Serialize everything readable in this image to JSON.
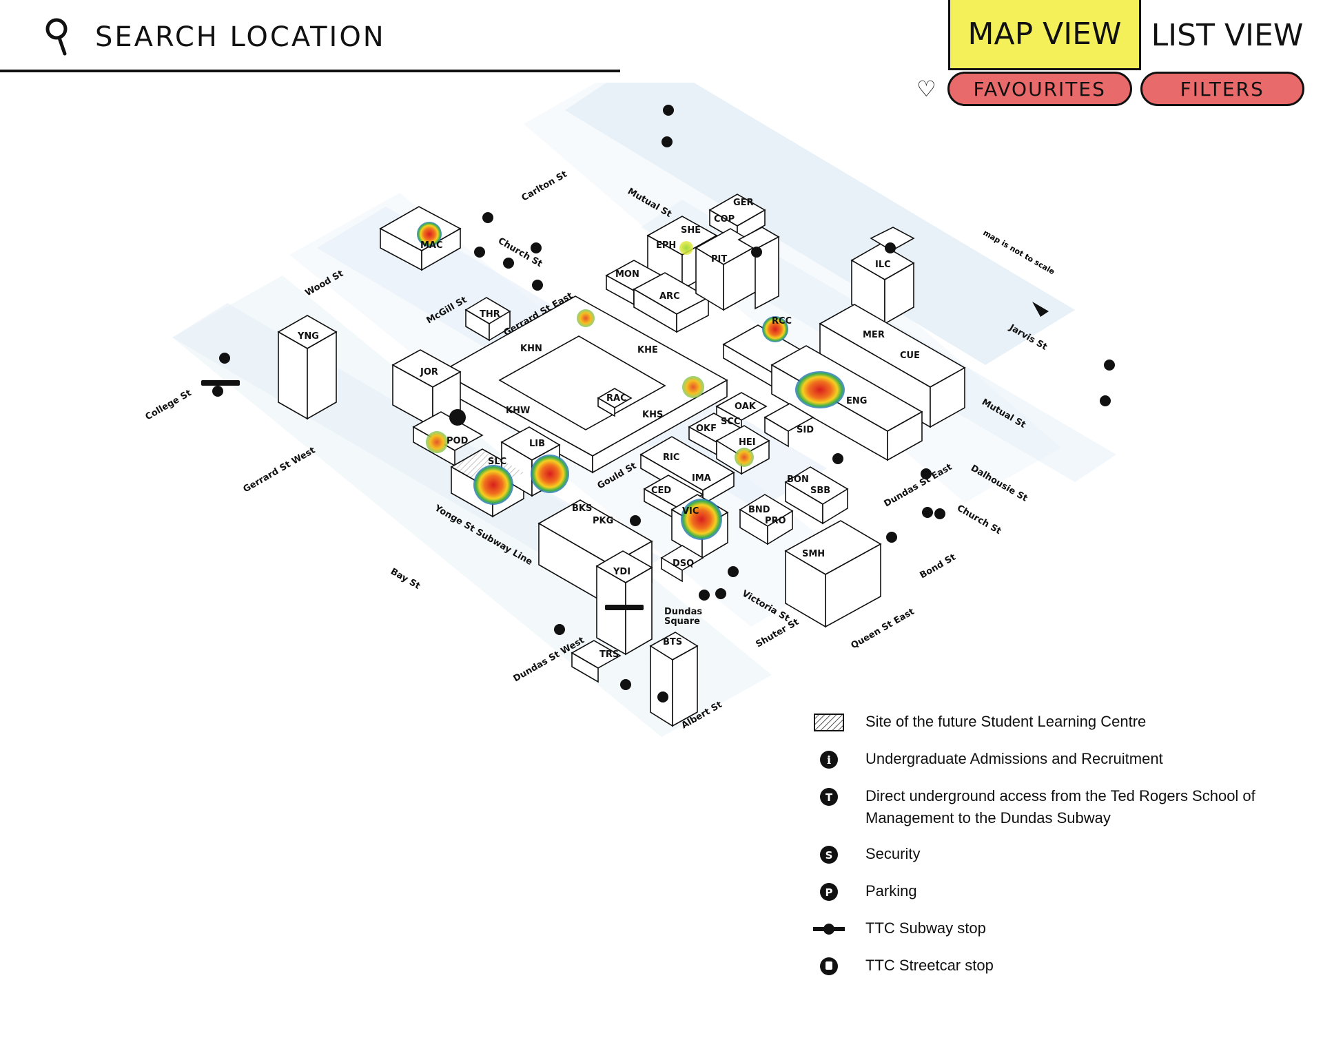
{
  "search": {
    "placeholder": "SEARCH LOCATION"
  },
  "view_toggle": {
    "map_label": "MAP VIEW",
    "list_label": "LIST VIEW",
    "active": "MAP VIEW",
    "active_color": "#f4f05a"
  },
  "actions": {
    "favourites_label": "FAVOURITES",
    "filters_label": "FILTERS",
    "pill_color": "#e86a6a"
  },
  "map": {
    "note": "map is not to scale",
    "buildings": [
      "MAC",
      "SHE",
      "GER",
      "COP",
      "EPH",
      "PIT",
      "MON",
      "ARC",
      "ILC",
      "THR",
      "YNG",
      "JOR",
      "KHN",
      "KHE",
      "RAC",
      "KHS",
      "KHW",
      "RCC",
      "MER",
      "CUE",
      "ENG",
      "POD",
      "LIB",
      "SLC",
      "OAK",
      "SCC",
      "OKF",
      "HEI",
      "SID",
      "RIC",
      "IMA",
      "CED",
      "VIC",
      "BKS",
      "PKG",
      "BND",
      "PRO",
      "BON",
      "SBB",
      "SMH",
      "DSQ",
      "YDI",
      "TRS",
      "BTS"
    ],
    "streets": [
      "Carlton St",
      "Mutual St",
      "Church St",
      "Wood St",
      "McGill St",
      "Gerrard St East",
      "Jarvis St",
      "College St",
      "Mutual St",
      "Gerrard St West",
      "Gould St",
      "Dalhousie St",
      "Dundas St East",
      "Church St",
      "Yonge St Subway Line",
      "Bay St",
      "Dundas Square",
      "Victoria St",
      "Bond St",
      "Shuter St",
      "Queen St East",
      "Dundas St West",
      "Albert St"
    ],
    "heat_color_hot": "#e0301e",
    "heat_color_mid": "#f5a623",
    "heat_color_cool": "#5cc16a"
  },
  "legend": [
    {
      "icon": "hatched-box-icon",
      "text": "Site of the future Student Learning Centre"
    },
    {
      "icon": "info-icon",
      "text": "Undergraduate Admissions and Recruitment"
    },
    {
      "icon": "underground-icon",
      "text": "Direct underground access from the Ted Rogers School of Management to the Dundas Subway"
    },
    {
      "icon": "security-icon",
      "text": "Security"
    },
    {
      "icon": "parking-icon",
      "text": "Parking"
    },
    {
      "icon": "subway-icon",
      "text": "TTC Subway stop"
    },
    {
      "icon": "streetcar-icon",
      "text": "TTC Streetcar stop"
    }
  ]
}
